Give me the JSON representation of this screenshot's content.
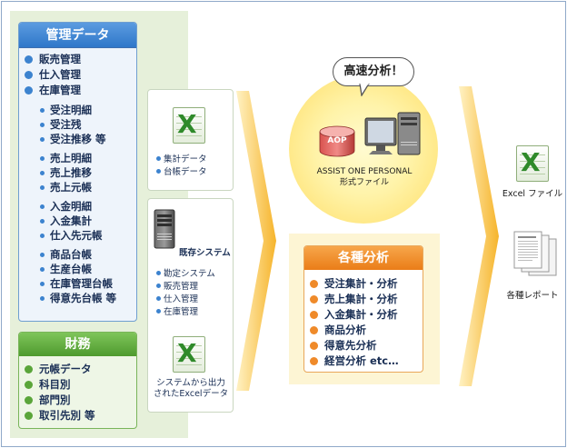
{
  "kanri": {
    "title": "管理データ",
    "main_items": [
      "販売管理",
      "仕入管理",
      "在庫管理"
    ],
    "sub_groups": [
      [
        "受注明細",
        "受注残",
        "受注推移 等"
      ],
      [
        "売上明細",
        "売上推移",
        "売上元帳"
      ],
      [
        "入金明細",
        "入金集計",
        "仕入先元帳"
      ],
      [
        "商品台帳",
        "生産台帳",
        "在庫管理台帳",
        "得意先台帳 等"
      ]
    ]
  },
  "zaimu": {
    "title": "財務",
    "items": [
      "元帳データ",
      "科目別",
      "部門別",
      "取引先別 等"
    ]
  },
  "middle": {
    "excel_items": [
      "集計データ",
      "台帳データ"
    ],
    "system_title": "既存システム",
    "system_items": [
      "勘定システム",
      "販売管理",
      "仕入管理",
      "在庫管理"
    ],
    "export_caption_1": "システムから出力",
    "export_caption_2": "されたExcelデータ"
  },
  "center": {
    "bubble": "高速分析！",
    "aop_label": "AOP",
    "caption_1": "ASSIST ONE PERSONAL",
    "caption_2": "形式ファイル"
  },
  "kakushu": {
    "title": "各種分析",
    "items": [
      "受注集計・分析",
      "売上集計・分析",
      "入金集計・分析",
      "商品分析",
      "得意先分析",
      "経営分析 etc…"
    ]
  },
  "right": {
    "excel_label": "Excel ファイル",
    "report_label": "各種レポート"
  },
  "colors": {
    "blue": "#2f77c9",
    "green": "#4e9a2e",
    "orange": "#ea7d18",
    "arrow": "#f7b733"
  }
}
